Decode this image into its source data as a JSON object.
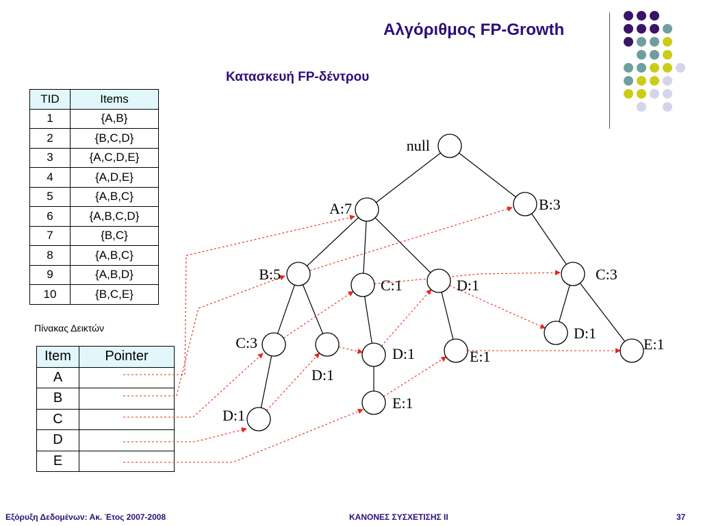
{
  "slide": {
    "title": "Αλγόριθμος FP-Growth",
    "subtitle": "Κατασκευή FP-δέντρου"
  },
  "transactions": {
    "headers": [
      "TID",
      "Items"
    ],
    "rows": [
      [
        "1",
        "{A,B}"
      ],
      [
        "2",
        "{B,C,D}"
      ],
      [
        "3",
        "{A,C,D,E}"
      ],
      [
        "4",
        "{A,D,E}"
      ],
      [
        "5",
        "{A,B,C}"
      ],
      [
        "6",
        "{A,B,C,D}"
      ],
      [
        "7",
        "{B,C}"
      ],
      [
        "8",
        "{A,B,C}"
      ],
      [
        "9",
        "{A,B,D}"
      ],
      [
        "10",
        "{B,C,E}"
      ]
    ]
  },
  "header_table": {
    "label": "Πίνακας Δεικτών",
    "headers": [
      "Item",
      "Pointer"
    ],
    "items": [
      "A",
      "B",
      "C",
      "D",
      "E"
    ]
  },
  "tree": {
    "nodes": [
      {
        "id": "root",
        "label": "null"
      },
      {
        "id": "A",
        "label": "A:7"
      },
      {
        "id": "B1",
        "label": "B:3"
      },
      {
        "id": "B2",
        "label": "B:5"
      },
      {
        "id": "C1",
        "label": "C:1"
      },
      {
        "id": "D1",
        "label": "D:1"
      },
      {
        "id": "C2",
        "label": "C:3"
      },
      {
        "id": "C3",
        "label": "C:3"
      },
      {
        "id": "D2",
        "label": "D:1"
      },
      {
        "id": "D3",
        "label": "D:1"
      },
      {
        "id": "D4",
        "label": "D:1"
      },
      {
        "id": "E1",
        "label": "E:1"
      },
      {
        "id": "D5",
        "label": "D:1"
      },
      {
        "id": "E2",
        "label": "E:1"
      },
      {
        "id": "E3",
        "label": "E:1"
      }
    ],
    "edges": [
      [
        "root",
        "A"
      ],
      [
        "root",
        "B1"
      ],
      [
        "A",
        "B2"
      ],
      [
        "A",
        "C1"
      ],
      [
        "A",
        "D1"
      ],
      [
        "B2",
        "C3"
      ],
      [
        "B2",
        "D2"
      ],
      [
        "C3",
        "D3"
      ],
      [
        "C1",
        "D4"
      ],
      [
        "D4",
        "E2"
      ],
      [
        "D1",
        "E1"
      ],
      [
        "B1",
        "C2"
      ],
      [
        "C2",
        "D5"
      ],
      [
        "C2",
        "E3"
      ]
    ],
    "node_links": [
      [
        "ptrA",
        "A"
      ],
      [
        "ptrB",
        "B2"
      ],
      [
        "ptrC",
        "C3"
      ],
      [
        "ptrD",
        "D3"
      ],
      [
        "ptrE",
        "E2"
      ],
      [
        "B2",
        "B1"
      ],
      [
        "C3",
        "C1"
      ],
      [
        "C1",
        "C2"
      ],
      [
        "D3",
        "D2"
      ],
      [
        "D2",
        "D4"
      ],
      [
        "D4",
        "D1"
      ],
      [
        "D1",
        "D5"
      ],
      [
        "E2",
        "E1"
      ],
      [
        "E1",
        "E3"
      ]
    ],
    "link_color": "#e8281e"
  },
  "decor": {
    "dot_colors": {
      "purple": "#3a1468",
      "teal": "#6f9e9e",
      "yellow": "#cccc18",
      "lavender": "#d4d4ea"
    },
    "dot_grid": [
      [
        "purple",
        "purple",
        "purple",
        "",
        ""
      ],
      [
        "purple",
        "purple",
        "purple",
        "teal",
        ""
      ],
      [
        "purple",
        "teal",
        "teal",
        "yellow",
        ""
      ],
      [
        "",
        "teal",
        "teal",
        "yellow",
        ""
      ],
      [
        "teal",
        "teal",
        "yellow",
        "yellow",
        "lavender"
      ],
      [
        "teal",
        "yellow",
        "yellow",
        "lavender",
        ""
      ],
      [
        "yellow",
        "yellow",
        "lavender",
        "lavender",
        ""
      ],
      [
        "",
        "lavender",
        "",
        "lavender",
        ""
      ]
    ]
  },
  "footer": {
    "left": "Εξόρυξη Δεδομένων: Ακ. Έτος 2007-2008",
    "center": "ΚΑΝΟΝΕΣ ΣΥΣΧΕΤΙΣΗΣ II",
    "page": "37"
  }
}
